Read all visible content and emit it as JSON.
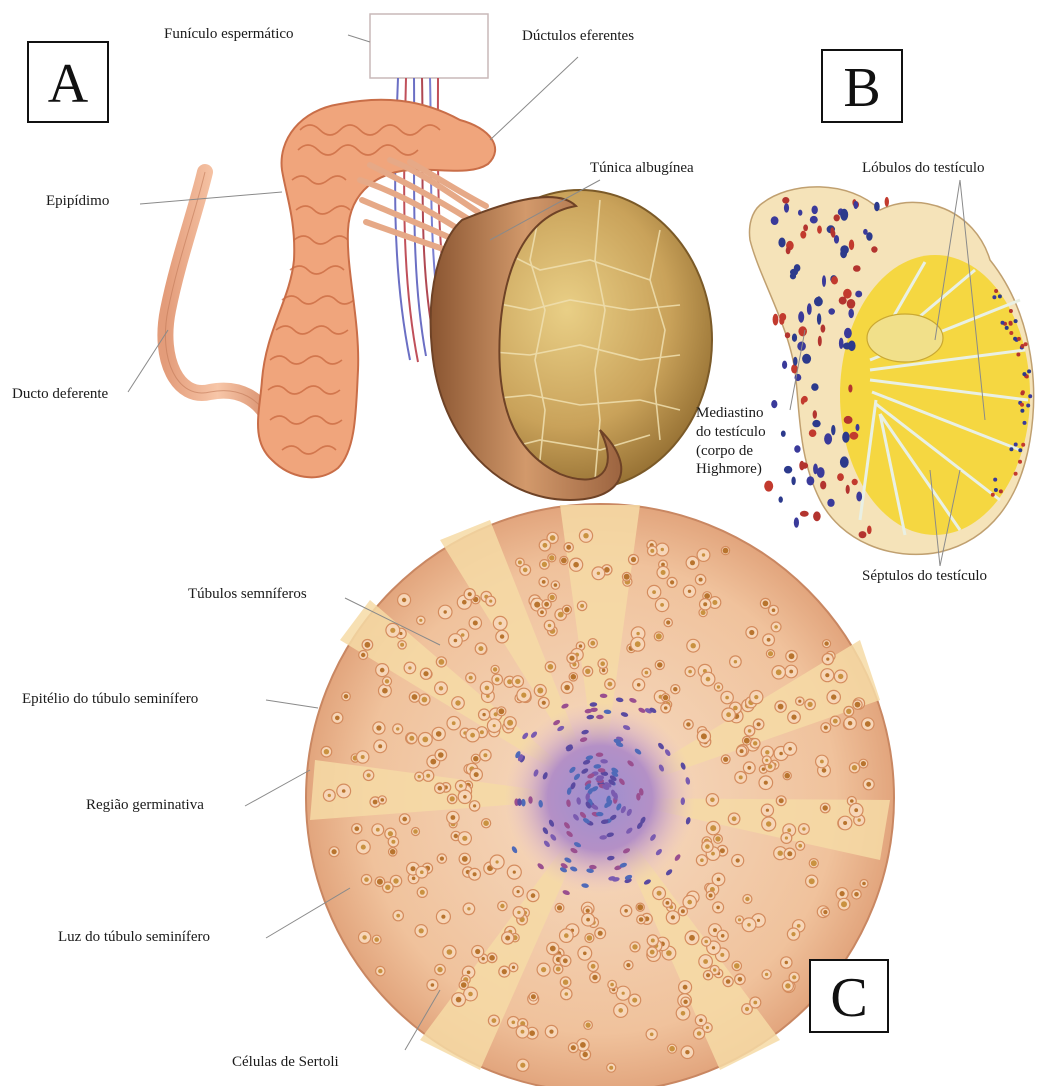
{
  "panels": {
    "a": "A",
    "b": "B",
    "c": "C"
  },
  "labels_a": {
    "funiculo": "Funículo espermático",
    "ductulos": "Dúctulos eferentes",
    "tunica": "Túnica albugínea",
    "epididimo": "Epipídimo",
    "ducto": "Ducto deferente"
  },
  "labels_b": {
    "lobulos": "Lóbulos do testículo",
    "mediastino": "Mediastino\ndo testículo\n(corpo de\nHighmore)",
    "septulos": "Séptulos do testículo"
  },
  "labels_c": {
    "tubulos": "Túbulos semníferos",
    "epitelio": "Epitélio do túbulo seminífero",
    "regiao": "Região germinativa",
    "luz": "Luz do túbulo seminífero",
    "sertoli": "Células de Sertoli"
  },
  "colors": {
    "epididymis": "#f0a57c",
    "testis": "#c9a25a",
    "tunica": "#b97d4f",
    "lobule_yellow": "#f4d63a",
    "section_bg": "#f3c9a2",
    "lumen_purple": "#7b5aa6",
    "label_line": "#8a8a8a"
  }
}
